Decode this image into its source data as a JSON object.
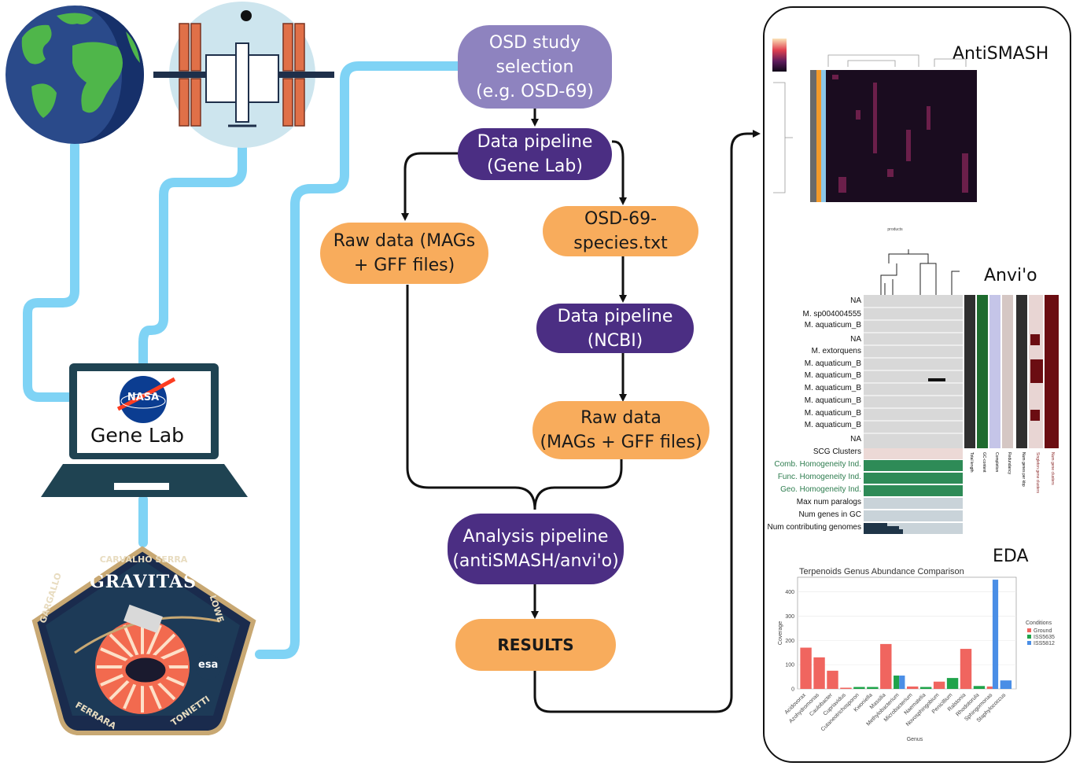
{
  "left_icons": {
    "laptop_label": "Gene Lab",
    "nasa_label": "NASA",
    "patch": {
      "top": "CARVALHO SERRA",
      "title": "GRAVITAS",
      "left": "GARGALLO",
      "right": "LOWE",
      "bottom_left": "FERRARA",
      "bottom_right": "TONIETTI",
      "agency": "esa"
    }
  },
  "flow": {
    "osd_selection": "OSD study\nselection\n(e.g. OSD-69)",
    "pipeline_genelab": "Data pipeline\n(Gene Lab)",
    "raw_data_left": "Raw data (MAGs\n+ GFF files)",
    "species_txt": "OSD-69-\nspecies.txt",
    "pipeline_ncbi": "Data pipeline\n(NCBI)",
    "raw_data_right": "Raw data\n(MAGs + GFF files)",
    "analysis": "Analysis pipeline\n(antiSMASH/anvi'o)",
    "results": "RESULTS"
  },
  "results_panel": {
    "antismash_title": "AntiSMASH",
    "antismash_xaxis": "products",
    "anvio_title": "Anvi'o",
    "anvio_rows": [
      "NA",
      "M. sp004004555",
      "M. aquaticum_B",
      "NA",
      "M. extorquens",
      "M. aquaticum_B",
      "M. aquaticum_B",
      "M. aquaticum_B",
      "M. aquaticum_B",
      "M. aquaticum_B",
      "M. aquaticum_B",
      "NA"
    ],
    "anvio_layers": [
      "SCG Clusters",
      "Comb. Homogeneity Ind.",
      "Func. Homogeneity Ind.",
      "Geo. Homogeneity Ind.",
      "Max num paralogs",
      "Num genes in GC",
      "Num contributing genomes"
    ],
    "anvio_columns": [
      "Total length",
      "GC-content",
      "Completion",
      "Redundancy",
      "Num genes per kbp",
      "Singleton gene clusters",
      "Num gene clusters"
    ],
    "eda_title": "EDA"
  },
  "chart_data": {
    "type": "bar",
    "title": "Terpenoids Genus Abundance Comparison",
    "xlabel": "Genus",
    "ylabel": "Coverage",
    "ylim": [
      0,
      460
    ],
    "yticks": [
      0,
      100,
      200,
      300,
      400
    ],
    "legend_title": "Conditions",
    "legend_position": "right",
    "categories": [
      "Acidovorax",
      "Azohydromonas",
      "Caulobacter",
      "Cupriavidus",
      "Cutaneotrichosporon",
      "Kwoniella",
      "Massilia",
      "Methylobacterium",
      "Microbacterium",
      "Naematelia",
      "Novosphingobium",
      "Penicillium",
      "Ralstonia",
      "Rhodotorula",
      "Sphingomonas",
      "Staphylococcus"
    ],
    "series": [
      {
        "name": "Ground",
        "color": "#f0655f",
        "values": [
          170,
          130,
          75,
          5,
          0,
          0,
          185,
          0,
          10,
          0,
          30,
          0,
          165,
          0,
          10,
          0
        ]
      },
      {
        "name": "ISS5635",
        "color": "#1fa34a",
        "values": [
          0,
          0,
          0,
          0,
          8,
          8,
          0,
          55,
          0,
          8,
          0,
          45,
          0,
          12,
          0,
          0
        ]
      },
      {
        "name": "ISS5812",
        "color": "#4a8ee6",
        "values": [
          0,
          0,
          0,
          0,
          0,
          0,
          0,
          55,
          0,
          0,
          0,
          0,
          0,
          0,
          450,
          35
        ]
      }
    ]
  },
  "colors": {
    "line": "#7fd3f5",
    "purple_light": "#8e83bf",
    "purple_dark": "#4b2e83",
    "orange": "#f8ac5c"
  }
}
